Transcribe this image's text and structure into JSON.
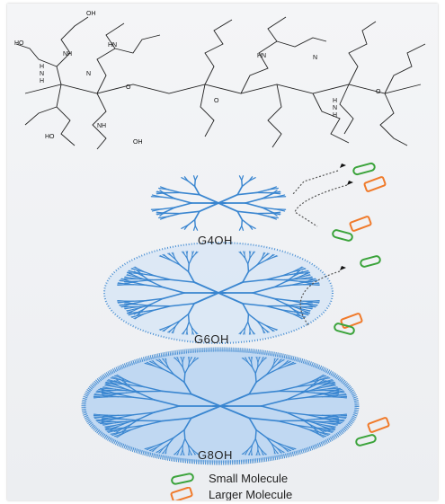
{
  "chem_labels": [
    "HO",
    "OH",
    "NH",
    "HN",
    "N",
    "O",
    "H",
    "N",
    "H",
    "HO",
    "OH",
    "NH",
    "O",
    "HN",
    "N",
    "O",
    "H",
    "N",
    "H"
  ],
  "generations": [
    {
      "label": "G4OH",
      "depth": 4
    },
    {
      "label": "G6OH",
      "depth": 6
    },
    {
      "label": "G8OH",
      "depth": 8
    }
  ],
  "legend": {
    "small": {
      "label": "Small Molecule",
      "color": "#3aa33a"
    },
    "large": {
      "label": "Larger Molecule",
      "color": "#f07a2a"
    }
  },
  "colors": {
    "dendrimer": "#3a86d0",
    "dendrimer_dark": "#1e5fae"
  }
}
